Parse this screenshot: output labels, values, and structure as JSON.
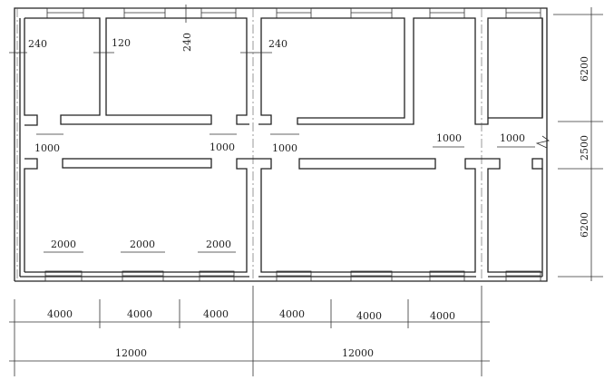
{
  "plan": {
    "wall_dims": {
      "left_wall": "240",
      "partition": "120",
      "top_wall": "240",
      "center_wall": "240"
    },
    "door_widths": [
      "1000",
      "1000",
      "1000",
      "1000",
      "1000"
    ],
    "window_widths": [
      "2000",
      "2000",
      "2000"
    ],
    "bay_spans": [
      "4000",
      "4000",
      "4000",
      "4000",
      "4000",
      "4000"
    ],
    "half_spans": [
      "12000",
      "12000"
    ],
    "depths": [
      "6200",
      "2500",
      "6200"
    ]
  }
}
